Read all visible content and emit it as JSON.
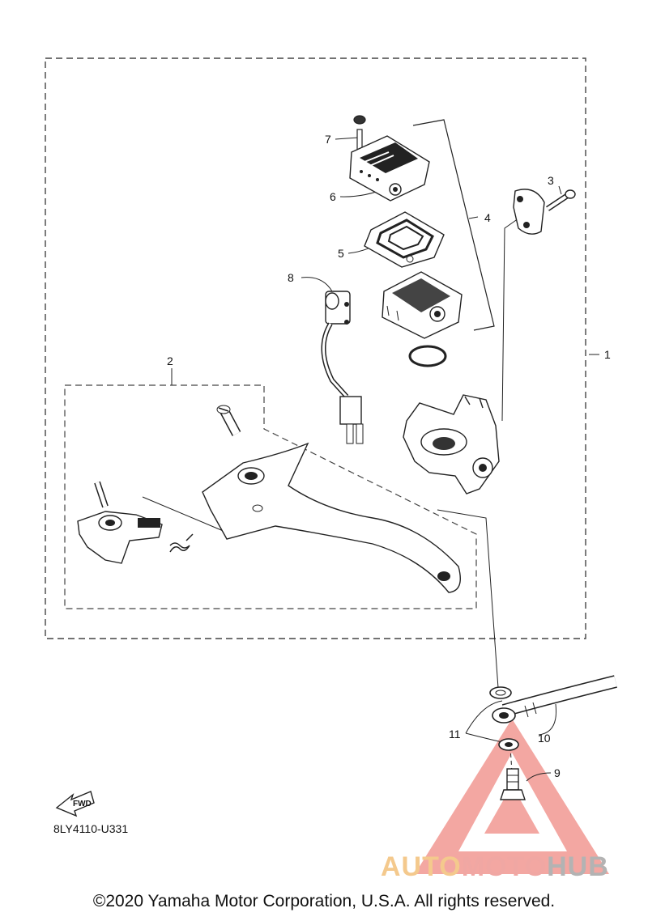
{
  "diagram": {
    "callouts": [
      "1",
      "2",
      "3",
      "4",
      "5",
      "6",
      "7",
      "8",
      "9",
      "10",
      "11"
    ],
    "fwd_label": "FWD",
    "drawing_code": "8LY4110-U331",
    "copyright": "©2020 Yamaha Motor Corporation, U.S.A. All rights reserved."
  },
  "watermark": {
    "part_a": "AUTO",
    "part_b": "MOTO",
    "part_c": "HUB",
    "color_a": "#f4c98d",
    "color_b": "#f0a7a3",
    "color_c": "#b3b3b3",
    "triangle_color": "#f08a84"
  }
}
